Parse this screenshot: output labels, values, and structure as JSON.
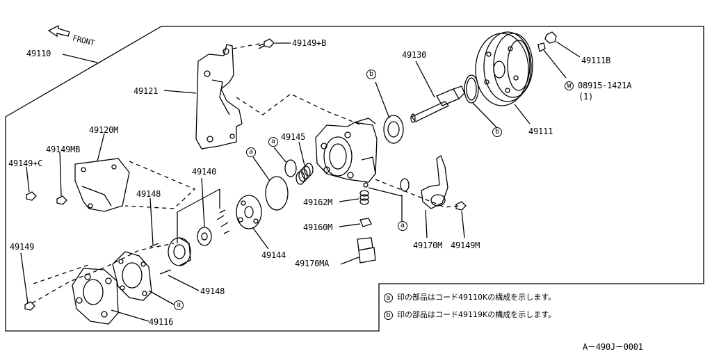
{
  "front_label": "FRONT",
  "parts": {
    "p49110": "49110",
    "p49121": "49121",
    "p49149B": "49149+B",
    "p49130": "49130",
    "p49111B": "49111B",
    "washer": "08915-1421A",
    "washer_qty": "(1)",
    "washer_symbol": "W",
    "p49111": "49111",
    "p49120M": "49120M",
    "p49149MB": "49149MB",
    "p49149C": "49149+C",
    "p49145": "49145",
    "p49140": "49140",
    "p49148a": "49148",
    "p49162M": "49162M",
    "p49160M": "49160M",
    "p49144": "49144",
    "p49170M": "49170M",
    "p49149M": "49149M",
    "p49170MA": "49170MA",
    "p49149": "49149",
    "p49148b": "49148",
    "p49116": "49116"
  },
  "markers": {
    "a": "a",
    "b": "b"
  },
  "notes": {
    "note_a": "印の部品はコード49110Kの構成を示します。",
    "note_b": "印の部品はコード49119Kの構成を示します。"
  },
  "diagram_code": "A－490J－0001"
}
